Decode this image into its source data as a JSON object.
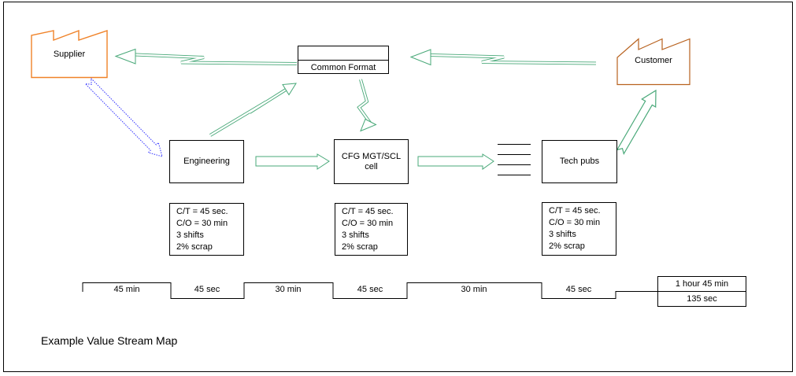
{
  "title": "Example Value Stream Map",
  "nodes": {
    "supplier": {
      "label": "Supplier"
    },
    "customer": {
      "label": "Customer"
    },
    "common_format": {
      "label": "Common Format"
    },
    "engineering": {
      "label": "Engineering"
    },
    "cfg_cell": {
      "label_line1": "CFG MGT/SCL",
      "label_line2": "cell"
    },
    "tech_pubs": {
      "label": "Tech pubs"
    }
  },
  "data_boxes": [
    {
      "lines": [
        "C/T = 45 sec.",
        "C/O = 30 min",
        "3 shifts",
        "2% scrap"
      ]
    },
    {
      "lines": [
        "C/T = 45 sec.",
        "C/O = 30 min",
        "3 shifts",
        "2% scrap"
      ]
    },
    {
      "lines": [
        "C/T = 45 sec.",
        "C/O = 30 min",
        "3 shifts",
        "2% scrap"
      ]
    }
  ],
  "timeline": {
    "segments": [
      {
        "label": "45 min",
        "level": "high"
      },
      {
        "label": "45 sec",
        "level": "low"
      },
      {
        "label": "30 min",
        "level": "high"
      },
      {
        "label": "45 sec",
        "level": "low"
      },
      {
        "label": "30 min",
        "level": "high"
      },
      {
        "label": "45 sec",
        "level": "low"
      }
    ],
    "summary": {
      "top": "1 hour 45 min",
      "bottom": "135 sec"
    }
  },
  "icons": {
    "supplier_shape": "factory-icon",
    "customer_shape": "factory-icon",
    "electronic_info_arrows": "zigzag-arrow-icon",
    "material_flow_arrows": "block-arrow-icon",
    "queue_symbol": "fifo-lines-icon"
  },
  "colors": {
    "green": "#48a878",
    "blue": "#3333ff",
    "orange": "#f08228",
    "brown": "#b8621f",
    "black": "#000000"
  }
}
